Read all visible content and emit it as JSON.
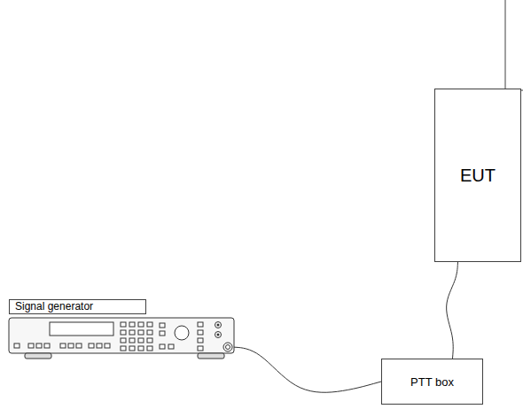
{
  "diagram": {
    "nodes": [
      {
        "text": [
          "Signal generator"
        ]
      },
      {
        "text": [
          "EUT"
        ]
      },
      {
        "text": [
          "PTT box"
        ]
      }
    ],
    "edges": [
      {
        "from": 0,
        "to": 2,
        "arrow": "none"
      },
      {
        "from": 2,
        "to": 1,
        "arrow": "none"
      }
    ]
  }
}
